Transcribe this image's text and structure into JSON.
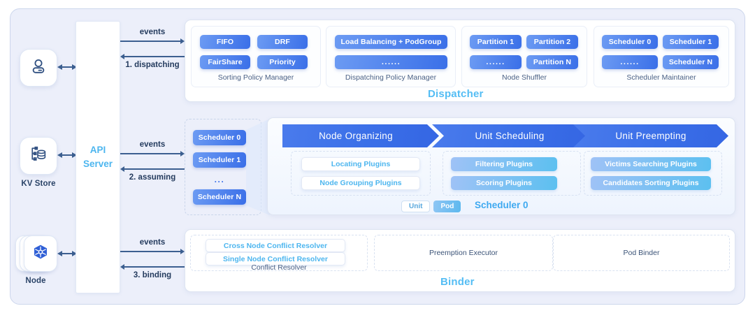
{
  "diagram": {
    "title": "Godel Scheduler Architecture",
    "accent_blue": "#3a6fe8",
    "accent_cyan": "#4db6ef",
    "arrow_color": "#3c5f90",
    "panel_bg": "#ffffff",
    "outer_bg": "#eceffa"
  },
  "left_resources": [
    {
      "id": "user",
      "icon": "user-icon",
      "label": ""
    },
    {
      "id": "kv-store",
      "icon": "database-icon",
      "label": "KV Store"
    },
    {
      "id": "node",
      "icon": "kubernetes-icon",
      "label": "Node"
    }
  ],
  "api_server": {
    "line1": "API",
    "line2": "Server"
  },
  "flows": [
    {
      "id": "dispatching",
      "top_label": "events",
      "bottom_label": "1. dispatching"
    },
    {
      "id": "assuming",
      "top_label": "events",
      "bottom_label": "2. assuming"
    },
    {
      "id": "binding",
      "top_label": "events",
      "bottom_label": "3. binding"
    }
  ],
  "dispatcher": {
    "title": "Dispatcher",
    "groups": [
      {
        "label": "Sorting Policy Manager",
        "items": [
          "FIFO",
          "DRF",
          "FairShare",
          "Priority"
        ]
      },
      {
        "label": "Dispatching Policy Manager",
        "items": [
          "Load Balancing + PodGroup",
          "......"
        ]
      },
      {
        "label": "Node Shuffler",
        "items": [
          "Partition 1",
          "Partition 2",
          "......",
          "Partition N"
        ]
      },
      {
        "label": "Scheduler Maintainer",
        "items": [
          "Scheduler 0",
          "Scheduler 1",
          "......",
          "Scheduler N"
        ]
      }
    ]
  },
  "scheduler": {
    "list": {
      "items": [
        "Scheduler 0",
        "Scheduler 1",
        "Scheduler N"
      ],
      "ellipsis": "..."
    },
    "detail_title": "Scheduler 0",
    "toggle": {
      "options": [
        "Unit",
        "Pod"
      ],
      "selected": "Pod"
    },
    "stages": [
      {
        "name": "Node Organizing",
        "style": "white",
        "plugins": [
          "Locating Plugins",
          "Node Grouping Plugins"
        ]
      },
      {
        "name": "Unit Scheduling",
        "style": "blue",
        "plugins": [
          "Filtering Plugins",
          "Scoring Plugins"
        ]
      },
      {
        "name": "Unit Preempting",
        "style": "blue",
        "plugins": [
          "Victims Searching  Plugins",
          "Candidates Sorting Plugins"
        ]
      }
    ]
  },
  "binder": {
    "title": "Binder",
    "sections": [
      {
        "label": "Conflict Resolver",
        "items": [
          "Cross Node Conflict Resolver",
          "Single Node Conflict Resolver"
        ]
      },
      {
        "label": "Preemption Executor",
        "items": []
      },
      {
        "label": "Pod Binder",
        "items": []
      }
    ]
  }
}
